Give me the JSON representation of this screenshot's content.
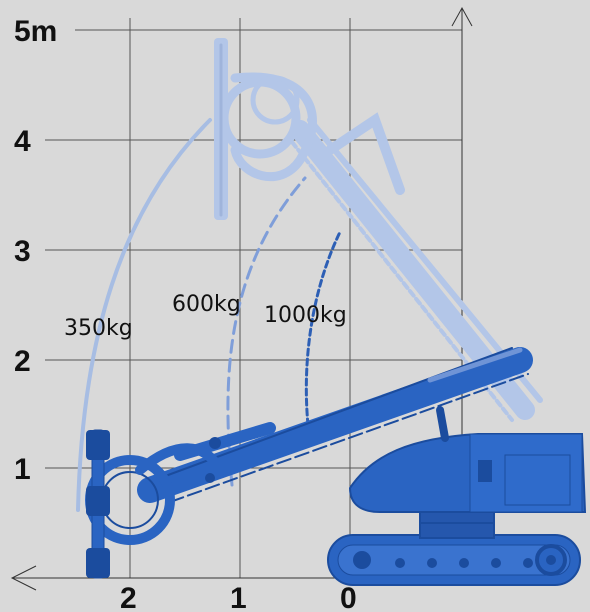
{
  "diagram": {
    "y_tick_labels": [
      "5m",
      "4",
      "3",
      "2",
      "1"
    ],
    "x_tick_labels": [
      "2",
      "1",
      "0"
    ],
    "load_curves": [
      {
        "label": "350kg",
        "color": "#a7bde3",
        "style": "solid"
      },
      {
        "label": "600kg",
        "color": "#7f9ed9",
        "style": "dashed"
      },
      {
        "label": "1000kg",
        "color": "#2d5fb5",
        "style": "dashed"
      }
    ],
    "colors": {
      "background": "#d9d9d9",
      "grid": "#555555",
      "machine": "#2a64c2",
      "machine_dark": "#1b4c9e",
      "ghost": "#b3c6e8"
    }
  }
}
